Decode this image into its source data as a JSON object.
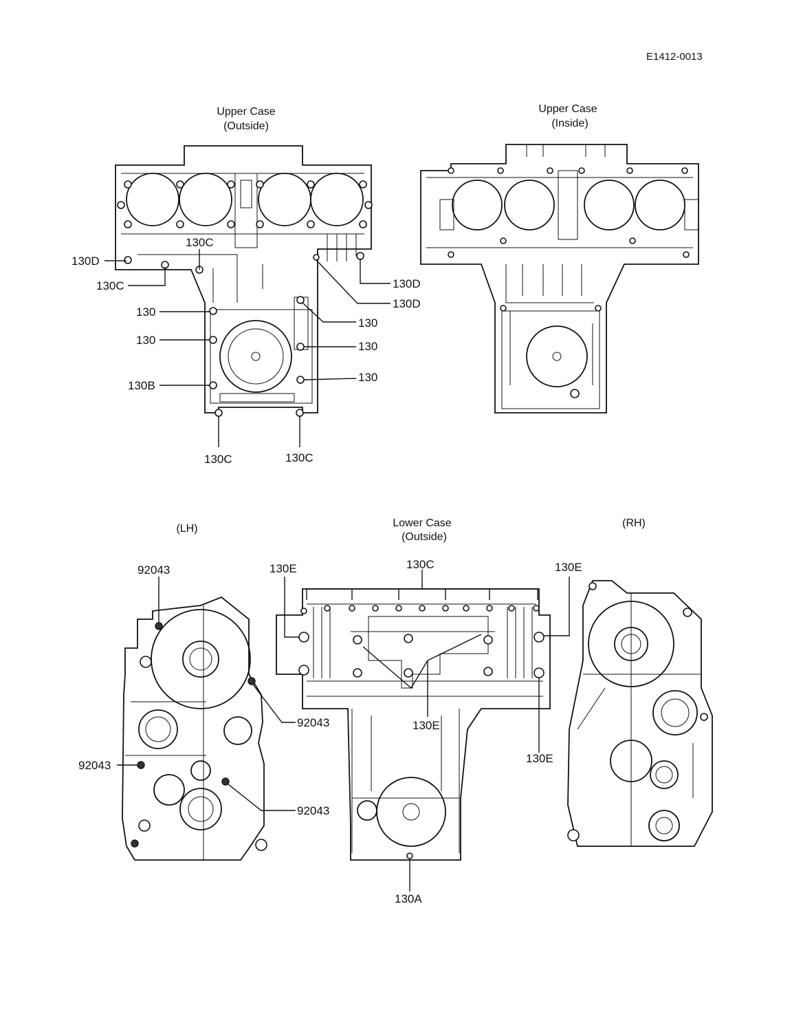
{
  "doc_code": "E1412-0013",
  "views": {
    "upper_outside": {
      "title_line1": "Upper Case",
      "title_line2": "(Outside)"
    },
    "upper_inside": {
      "title_line1": "Upper Case",
      "title_line2": "(Inside)"
    },
    "lower_outside": {
      "title_line1": "Lower Case",
      "title_line2": "(Outside)"
    },
    "lh": {
      "title": "(LH)"
    },
    "rh": {
      "title": "(RH)"
    }
  },
  "callouts": {
    "uo_130c_top": "130C",
    "uo_130d_left": "130D",
    "uo_130c_left": "130C",
    "uo_130d_r1": "130D",
    "uo_130d_r2": "130D",
    "uo_130_l1": "130",
    "uo_130_l2": "130",
    "uo_130b": "130B",
    "uo_130_r1": "130",
    "uo_130_r2": "130",
    "uo_130_r3": "130",
    "uo_130c_b1": "130C",
    "uo_130c_b2": "130C",
    "lh_92043_top": "92043",
    "lh_92043_r1": "92043",
    "lh_92043_left": "92043",
    "lh_92043_r2": "92043",
    "lo_130e_left": "130E",
    "lo_130c_top": "130C",
    "lo_130e_right": "130E",
    "lo_130e_mid": "130E",
    "lo_130e_rb": "130E",
    "lo_130a": "130A"
  }
}
